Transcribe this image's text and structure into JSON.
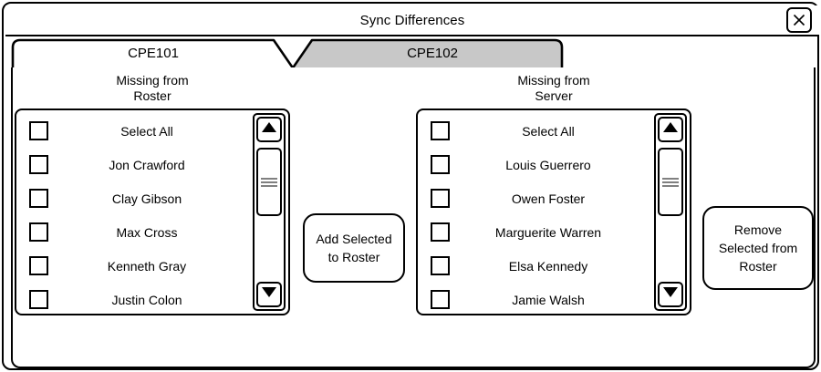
{
  "window": {
    "title": "Sync Differences",
    "close_icon": "close-x-icon"
  },
  "tabs": [
    {
      "label": "CPE101",
      "active": true
    },
    {
      "label": "CPE102",
      "active": false
    }
  ],
  "colors": {
    "border": "#000000",
    "background": "#ffffff",
    "inactive_tab": "#c8c8c8"
  },
  "columns": {
    "left": {
      "header": "Missing from\nRoster",
      "rows": [
        {
          "label": "Select All",
          "checked": false
        },
        {
          "label": "Jon Crawford",
          "checked": false
        },
        {
          "label": "Clay Gibson",
          "checked": false
        },
        {
          "label": "Max Cross",
          "checked": false
        },
        {
          "label": "Kenneth Gray",
          "checked": false
        },
        {
          "label": "Justin Colon",
          "checked": false
        }
      ],
      "scrollbar": {
        "up_icon": "triangle-up-icon",
        "down_icon": "triangle-down-icon",
        "grip_icon": "grip-lines-icon"
      }
    },
    "right": {
      "header": "Missing from\nServer",
      "rows": [
        {
          "label": "Select All",
          "checked": false
        },
        {
          "label": "Louis Guerrero",
          "checked": false
        },
        {
          "label": "Owen Foster",
          "checked": false
        },
        {
          "label": "Marguerite Warren",
          "checked": false
        },
        {
          "label": "Elsa Kennedy",
          "checked": false
        },
        {
          "label": "Jamie Walsh",
          "checked": false
        }
      ],
      "scrollbar": {
        "up_icon": "triangle-up-icon",
        "down_icon": "triangle-down-icon",
        "grip_icon": "grip-lines-icon"
      }
    }
  },
  "buttons": {
    "add": "Add Selected\nto Roster",
    "remove": "Remove\nSelected from\nRoster"
  }
}
